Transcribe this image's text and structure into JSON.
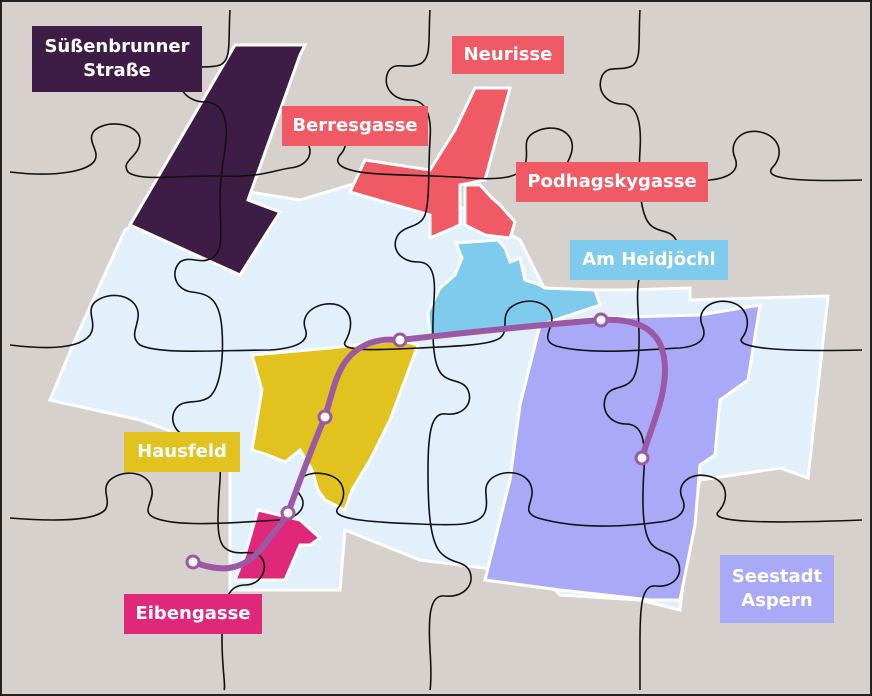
{
  "map": {
    "background_color": "#d6d1cc",
    "puzzle_line_color": "#111111",
    "route_color": "#9b59a5",
    "districts": [
      {
        "id": "suessenbrunner",
        "label": "Süßenbrunner\nStraße",
        "color": "#3d1c45",
        "text_color": "#ffffff"
      },
      {
        "id": "neurisse",
        "label": "Neurisse",
        "color": "#f05a64",
        "text_color": "#ffffff"
      },
      {
        "id": "berresgasse",
        "label": "Berresgasse",
        "color": "#f05a64",
        "text_color": "#ffffff"
      },
      {
        "id": "podhagskygasse",
        "label": "Podhagskygasse",
        "color": "#f05a64",
        "text_color": "#ffffff"
      },
      {
        "id": "heidjoechl",
        "label": "Am Heidjöchl",
        "color": "#7fcbee",
        "text_color": "#ffffff"
      },
      {
        "id": "hausfeld",
        "label": "Hausfeld",
        "color": "#e2c21f",
        "text_color": "#ffffff"
      },
      {
        "id": "eibengasse",
        "label": "Eibengasse",
        "color": "#e0287a",
        "text_color": "#ffffff"
      },
      {
        "id": "seestadt",
        "label": "Seestadt\nAspern",
        "color": "#a9a9f7",
        "text_color": "#ffffff"
      }
    ],
    "base_area_color": "#e1f0fb",
    "station_count": 6
  }
}
